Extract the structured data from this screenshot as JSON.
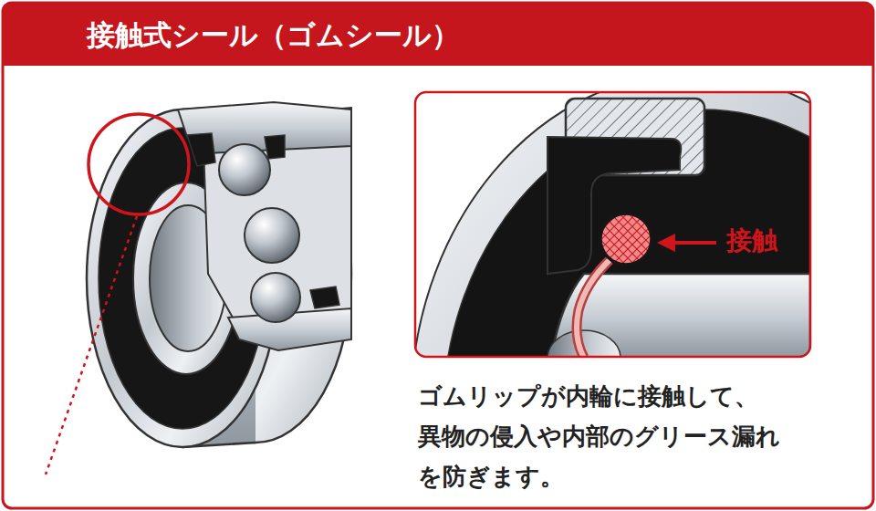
{
  "diagram": {
    "title": "接触式シール（ゴムシール）",
    "caption": "ゴムリップが内輪に接触して、 異物の侵入や内部のグリース漏れ を防ぎます。",
    "labels": [
      "接触"
    ]
  }
}
